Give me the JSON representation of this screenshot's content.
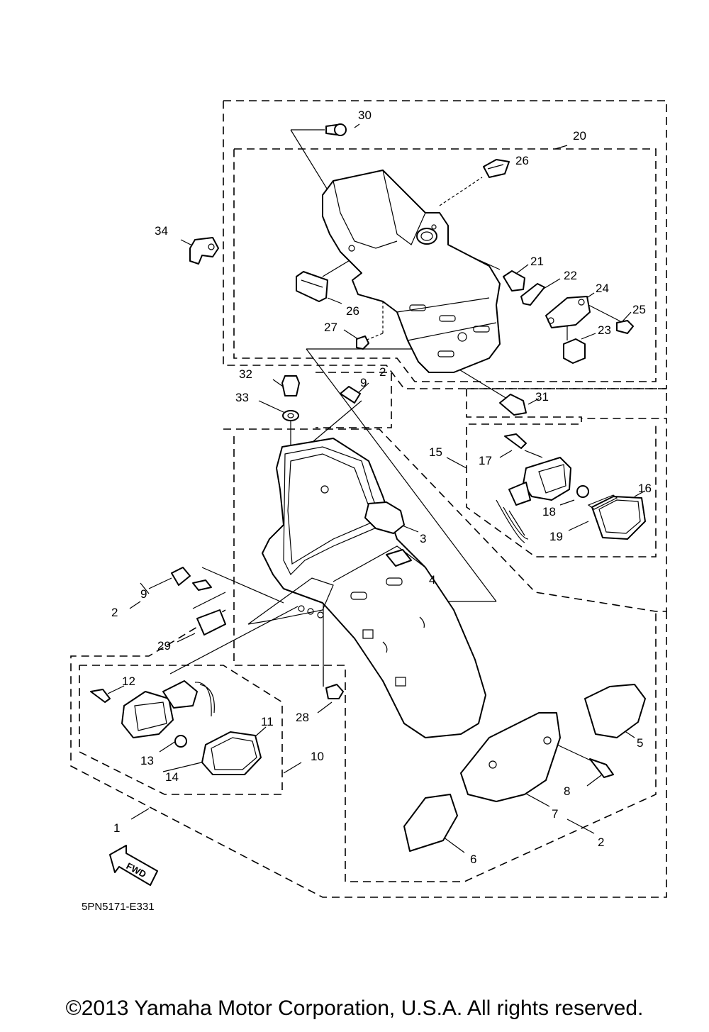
{
  "diagram": {
    "callouts": [
      "1",
      "2",
      "2",
      "2",
      "3",
      "4",
      "5",
      "6",
      "7",
      "8",
      "9",
      "9",
      "10",
      "11",
      "12",
      "13",
      "14",
      "15",
      "16",
      "17",
      "18",
      "19",
      "20",
      "21",
      "22",
      "23",
      "24",
      "25",
      "26",
      "26",
      "27",
      "28",
      "29",
      "30",
      "31",
      "32",
      "33",
      "34"
    ],
    "fwd_label": "FWD",
    "drawing_code": "5PN5171-E331"
  },
  "footer": {
    "copyright": "©2013 Yamaha Motor Corporation, U.S.A. All rights reserved."
  }
}
